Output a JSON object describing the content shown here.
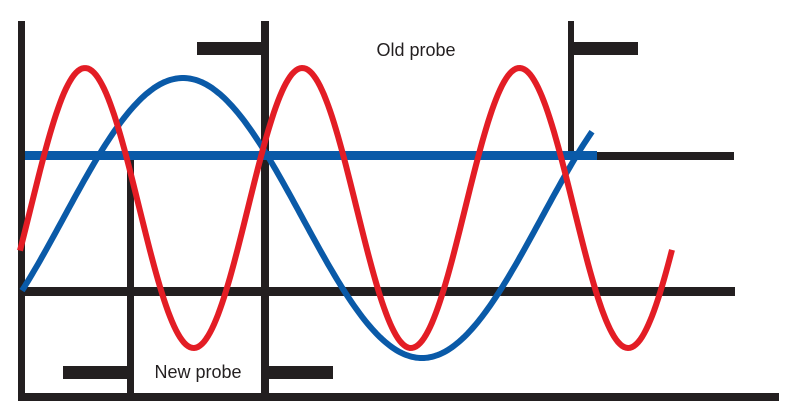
{
  "labels": {
    "old_probe": "Old probe",
    "new_probe": "New probe"
  },
  "colors": {
    "frame": "#231f20",
    "old_probe_wave": "#e31d25",
    "new_probe_wave": "#0a5aa8",
    "background": "#ffffff"
  },
  "waves": {
    "old_probe": {
      "relative_frequency": 2.2,
      "series": "red"
    },
    "new_probe": {
      "relative_frequency": 1,
      "series": "blue"
    }
  }
}
